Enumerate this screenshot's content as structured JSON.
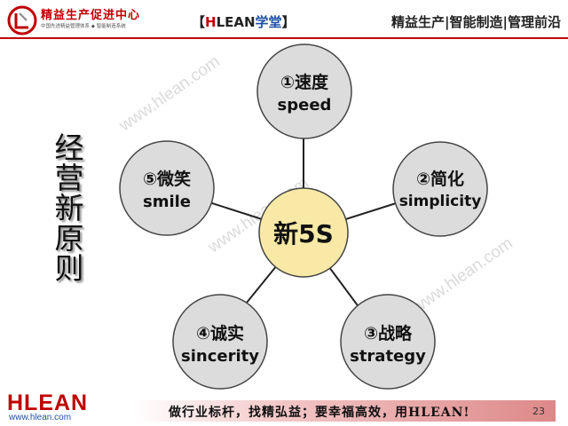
{
  "header": {
    "org_name": "精益生产促进中心",
    "org_subtitle": "中国先进精益管理体系 ◆ 智能制造系统",
    "brand_open": "【",
    "brand_h": "H",
    "brand_rest": "LEAN",
    "brand_cn": "学堂",
    "brand_close": "】",
    "slogan": "精益生产|智能制造|管理前沿"
  },
  "side_title": [
    "经",
    "营",
    "新",
    "原",
    "则"
  ],
  "diagram": {
    "center": {
      "label": "新5S",
      "fill": "#f8e9a6"
    },
    "nodes": [
      {
        "title": "①速度",
        "subtitle": "speed"
      },
      {
        "title": "②简化",
        "subtitle": "simplicity"
      },
      {
        "title": "③战略",
        "subtitle": "strategy"
      },
      {
        "title": "④诚实",
        "subtitle": "sincerity"
      },
      {
        "title": "⑤微笑",
        "subtitle": "smile"
      }
    ],
    "node_fill": "#dcdcdc"
  },
  "watermark": "www.hlean.com",
  "footer": {
    "logo": "HLEAN",
    "url": "www.hlean.com",
    "slogan": "做行业标杆，找精弘益；要幸福高效，用HLEAN!",
    "page_number": "23"
  },
  "colors": {
    "brand_red": "#c00000",
    "brand_blue": "#1f4fa8"
  }
}
